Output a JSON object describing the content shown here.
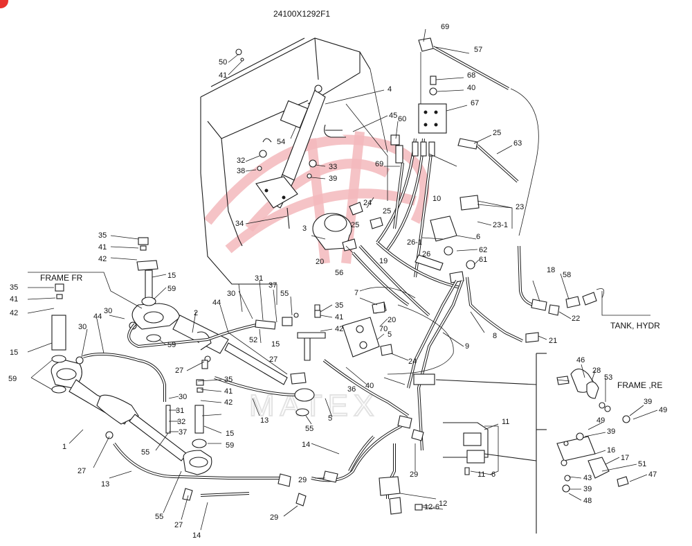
{
  "drawing_number": "24100X1292F1",
  "watermark": "MATEX",
  "notes": {
    "frame_fr": "FRAME FR",
    "frame_re": "FRAME ,RE",
    "tank_hydr": "TANK, HYDR"
  },
  "callouts": [
    "50",
    "41",
    "4",
    "45",
    "60",
    "69",
    "69",
    "57",
    "68",
    "40",
    "67",
    "25",
    "63",
    "54",
    "32",
    "38",
    "33",
    "39",
    "24",
    "10",
    "23",
    "23-1",
    "6",
    "3",
    "34",
    "25",
    "25",
    "26-1",
    "62",
    "26",
    "61",
    "20",
    "56",
    "19",
    "35",
    "41",
    "42",
    "15",
    "59",
    "7",
    "18",
    "58",
    "22",
    "21",
    "31",
    "37",
    "30",
    "55",
    "44",
    "35",
    "41",
    "42",
    "20",
    "52",
    "2",
    "15",
    "5",
    "70",
    "8",
    "35",
    "41",
    "42",
    "30",
    "9",
    "15",
    "59",
    "30",
    "44",
    "59",
    "27",
    "40",
    "24",
    "36",
    "46",
    "28",
    "53",
    "49",
    "39",
    "49",
    "39",
    "16",
    "17",
    "51",
    "47",
    "43",
    "39",
    "48",
    "27",
    "30",
    "31",
    "32",
    "37",
    "35",
    "41",
    "42",
    "15",
    "59",
    "13",
    "55",
    "5",
    "1",
    "11",
    "11",
    "6",
    "55",
    "27",
    "13",
    "14",
    "29",
    "29",
    "29",
    "12",
    "12-6",
    "14",
    "27",
    "55"
  ]
}
